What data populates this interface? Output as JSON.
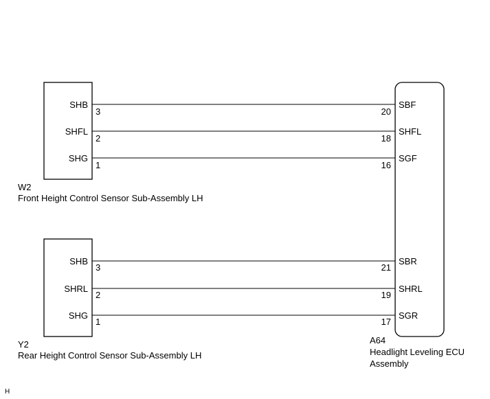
{
  "components": {
    "front_sensor": {
      "code": "W2",
      "name": "Front Height Control Sensor Sub-Assembly LH",
      "terminals": [
        {
          "label": "SHB",
          "pin": "3"
        },
        {
          "label": "SHFL",
          "pin": "2"
        },
        {
          "label": "SHG",
          "pin": "1"
        }
      ]
    },
    "rear_sensor": {
      "code": "Y2",
      "name": "Rear Height Control Sensor Sub-Assembly LH",
      "terminals": [
        {
          "label": "SHB",
          "pin": "3"
        },
        {
          "label": "SHRL",
          "pin": "2"
        },
        {
          "label": "SHG",
          "pin": "1"
        }
      ]
    },
    "ecu": {
      "code": "A64",
      "name_line1": "Headlight Leveling ECU",
      "name_line2": "Assembly",
      "terminals": [
        {
          "label": "SBF",
          "pin": "20"
        },
        {
          "label": "SHFL",
          "pin": "18"
        },
        {
          "label": "SGF",
          "pin": "16"
        },
        {
          "label": "SBR",
          "pin": "21"
        },
        {
          "label": "SHRL",
          "pin": "19"
        },
        {
          "label": "SGR",
          "pin": "17"
        }
      ]
    }
  },
  "footer_mark": "H"
}
